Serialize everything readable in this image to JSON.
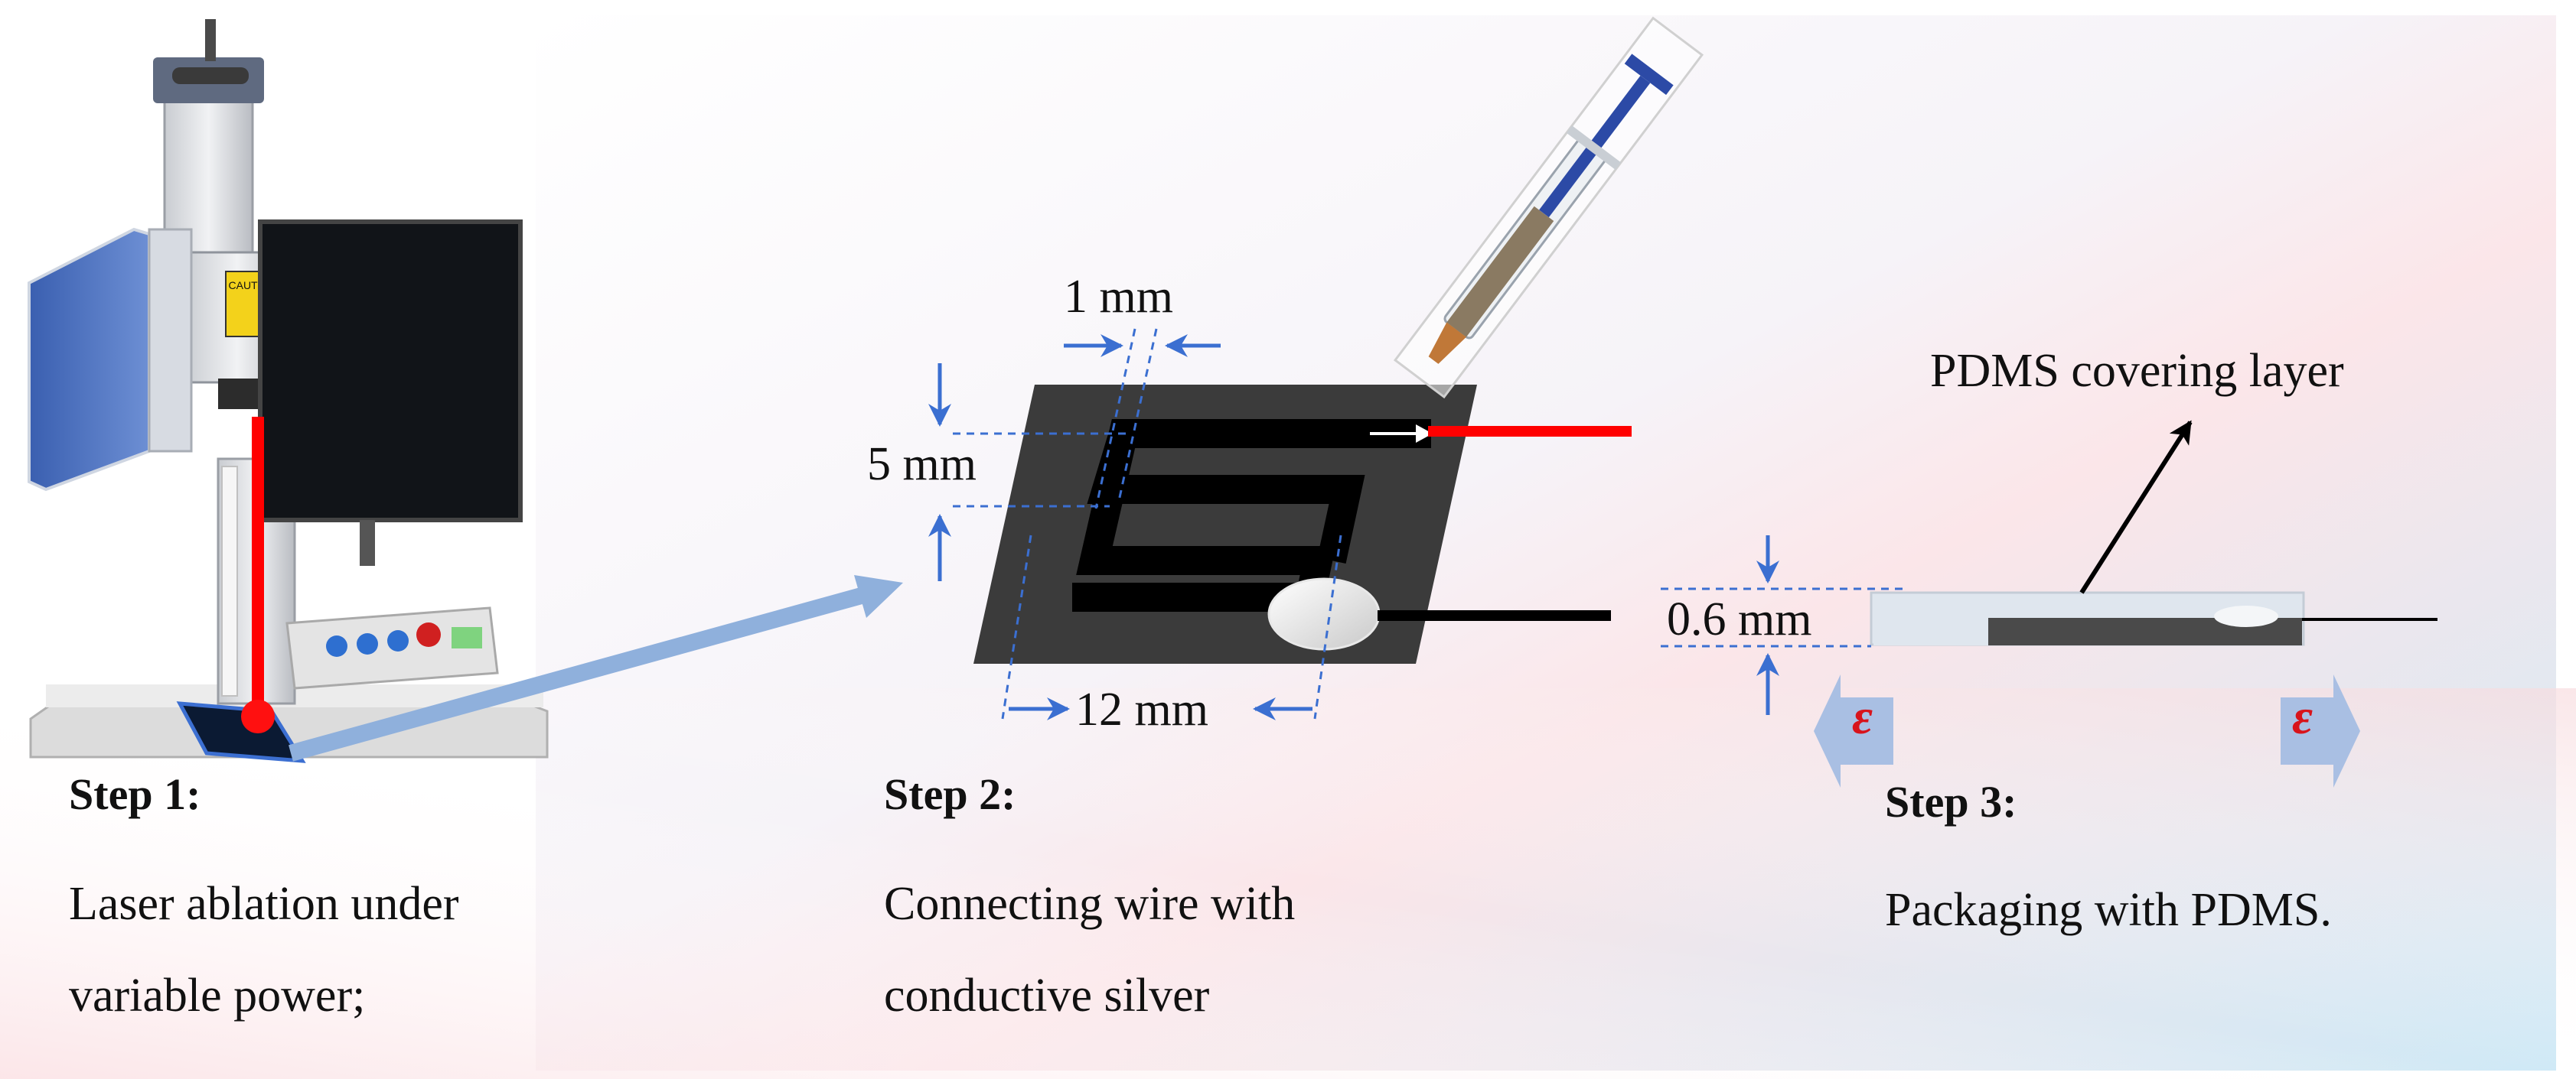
{
  "colors": {
    "background_tint_pink": "#f6d9de",
    "background_tint_blue": "#cfe9f6",
    "substrate": "#3b3b3b",
    "trace": "#000000",
    "laser": "#ff0000",
    "dimension_arrow": "#3b6fd1",
    "flow_arrow": "#8fb0dc",
    "strain_symbol": "#d8141c",
    "pdms": "#dfe6ee"
  },
  "step1": {
    "title": "Step 1:",
    "line1": "Laser ablation under",
    "line2": "variable power;"
  },
  "step2": {
    "title": "Step 2:",
    "line1": "Connecting wire with",
    "line2": "conductive silver"
  },
  "step3": {
    "title": "Step 3:",
    "line1": "Packaging with PDMS."
  },
  "dimensions": {
    "trace_width": "1 mm",
    "pitch": "5 mm",
    "length": "12 mm",
    "thickness": "0.6 mm"
  },
  "labels": {
    "covering_layer": "PDMS covering layer",
    "strain_left": "ε",
    "strain_right": "ε"
  },
  "illustrations": {
    "machine": "laser-engraving-machine",
    "syringe": "syringe-icon",
    "caution_label": "CAUTION"
  }
}
